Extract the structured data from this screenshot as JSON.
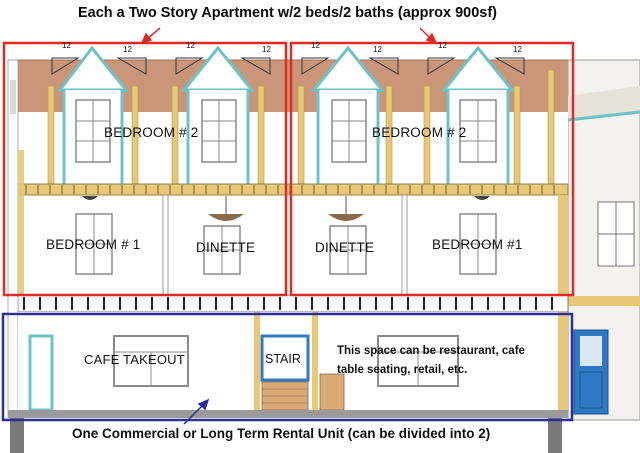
{
  "header": {
    "title": "Each a Two Story Apartment w/2 beds/2 baths (approx 900sf)"
  },
  "footer": {
    "text": "One Commercial or Long Term Rental Unit (can be divided into 2)"
  },
  "rooms": {
    "bedroom2_left": "BEDROOM # 2",
    "bedroom2_right": "BEDROOM # 2",
    "bedroom1_left": "BEDROOM # 1",
    "dinette_left": "DINETTE",
    "dinette_right": "DINETTE",
    "bedroom1_right": "BEDROOM #1",
    "cafe": "CAFE TAKEOUT",
    "stair": "STAIR"
  },
  "commercial_note": "This space can be restaurant, cafe table seating, retail, etc.",
  "roof_pitch_label": "12",
  "colors": {
    "apartment_outline": "#e02a25",
    "commercial_outline": "#2b2f9c",
    "roof": "#c9967a",
    "dormer_trim": "#6cc3c9",
    "floor_beam": "#e6c878",
    "door_blue": "#2f78c2"
  }
}
